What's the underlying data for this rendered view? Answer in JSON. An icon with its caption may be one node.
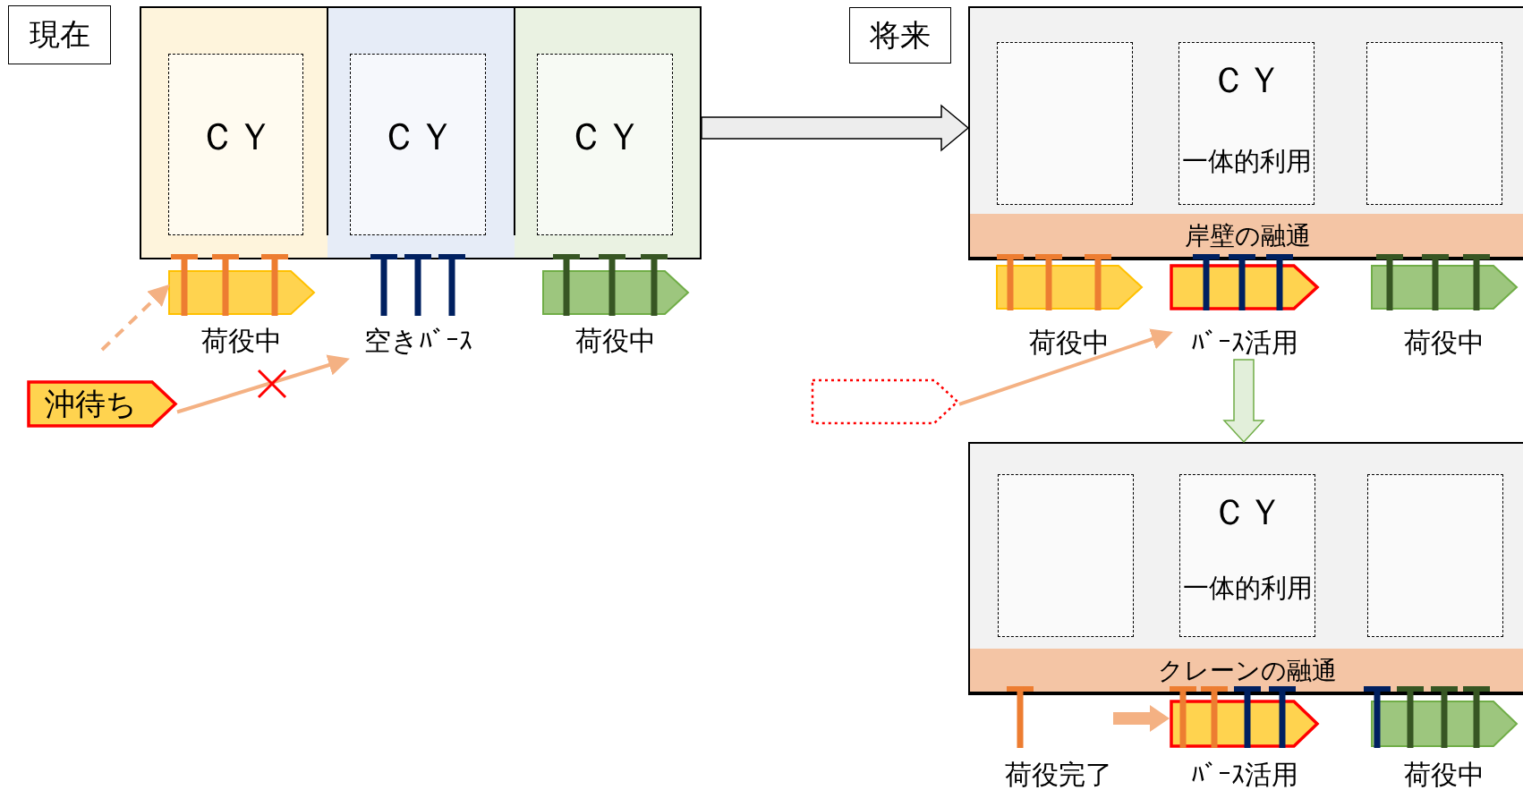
{
  "diagram": {
    "nodes": [
      {
        "text": [
          "現在"
        ]
      },
      {
        "text": [],
        "shape": "box"
      },
      {
        "text": [],
        "shape": "box",
        "in": 1
      },
      {
        "text": [
          "ＣＹ"
        ],
        "in": 2
      },
      {
        "text": [],
        "shape": "box",
        "in": 1
      },
      {
        "text": [
          "ＣＹ"
        ],
        "in": 4
      },
      {
        "text": [],
        "shape": "box",
        "in": 1
      },
      {
        "text": [
          "ＣＹ"
        ],
        "in": 6
      },
      {
        "text": [],
        "shape": "pentagon",
        "beside": [
          "荷役中"
        ]
      },
      {
        "text": [
          "空きﾊﾞｰｽ"
        ]
      },
      {
        "text": [],
        "shape": "pentagon",
        "beside": [
          "荷役中"
        ]
      },
      {
        "text": [
          "沖待ち"
        ]
      },
      {
        "text": [
          "将来"
        ]
      },
      {
        "text": [],
        "shape": "box"
      },
      {
        "text": [],
        "shape": "box",
        "in": 13
      },
      {
        "text": [
          "ＣＹ",
          "一体的利用"
        ],
        "in": 13
      },
      {
        "text": [],
        "shape": "box",
        "in": 13
      },
      {
        "text": [
          "岸壁の融通"
        ],
        "in": 13
      },
      {
        "text": [],
        "shape": "pentagon",
        "beside": [
          "荷役中"
        ]
      },
      {
        "text": [],
        "shape": "pentagon",
        "beside": [
          "ﾊﾞｰｽ活用"
        ]
      },
      {
        "text": [],
        "shape": "pentagon",
        "beside": [
          "荷役中"
        ]
      },
      {
        "text": [],
        "shape": "pentagon"
      },
      {
        "text": [],
        "shape": "box"
      },
      {
        "text": [],
        "shape": "box",
        "in": 22
      },
      {
        "text": [
          "ＣＹ",
          "一体的利用"
        ],
        "in": 22
      },
      {
        "text": [],
        "shape": "box",
        "in": 22
      },
      {
        "text": [
          "クレーンの融通"
        ],
        "in": 22
      },
      {
        "text": [],
        "shape": "crane",
        "beside": [
          "荷役完了"
        ]
      },
      {
        "text": [],
        "shape": "pentagon",
        "beside": [
          "ﾊﾞｰｽ活用"
        ]
      },
      {
        "text": [],
        "shape": "pentagon",
        "beside": [
          "荷役中"
        ]
      }
    ],
    "edges": [
      {
        "from": null,
        "to": 8,
        "arrow": "to",
        "style": "dashed"
      },
      {
        "from": 11,
        "to": 9,
        "arrow": "to"
      },
      {
        "from": 1,
        "to": 13,
        "arrow": "to",
        "style": "thick",
        "color": "#ededed"
      },
      {
        "from": 21,
        "to": 19,
        "arrow": "to"
      },
      {
        "from": 19,
        "to": 22,
        "arrow": "to",
        "style": "thick",
        "color": "#e2efda"
      },
      {
        "from": 27,
        "to": 28,
        "arrow": "to",
        "style": "thick"
      }
    ]
  }
}
